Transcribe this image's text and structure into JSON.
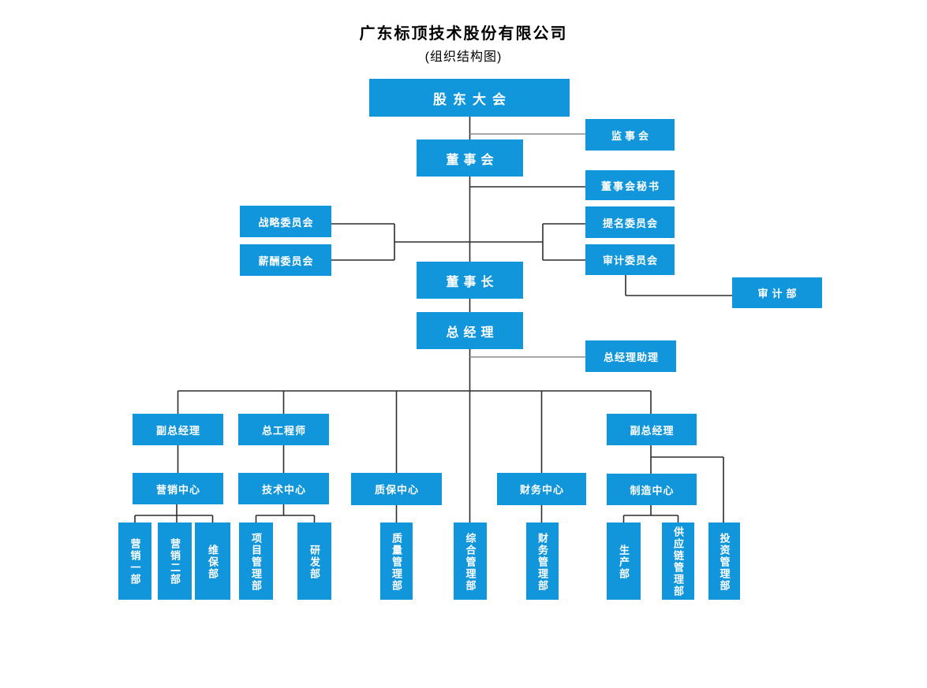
{
  "title": "广东标顶技术股份有限公司",
  "subtitle": "(组织结构图)",
  "colors": {
    "accent": "#1296db",
    "nodeText": "#ffffff",
    "line": "#2d2d2d",
    "lineLight": "#8c8c8c",
    "titleText": "#000000"
  },
  "nodes": {
    "shareholders_meeting": {
      "label": "股东大会"
    },
    "supervisory_board": {
      "label": "监事会"
    },
    "board_of_directors": {
      "label": "董事会"
    },
    "board_secretary": {
      "label": "董事会秘书"
    },
    "strategy_committee": {
      "label": "战略委员会"
    },
    "compensation_committee": {
      "label": "薪酬委员会"
    },
    "nomination_committee": {
      "label": "提名委员会"
    },
    "audit_committee": {
      "label": "审计委员会"
    },
    "audit_department": {
      "label": "审计部"
    },
    "chairman": {
      "label": "董事长"
    },
    "general_manager": {
      "label": "总经理"
    },
    "gm_assistant": {
      "label": "总经理助理"
    },
    "deputy_gm_left": {
      "label": "副总经理"
    },
    "chief_engineer": {
      "label": "总工程师"
    },
    "deputy_gm_right": {
      "label": "副总经理"
    },
    "marketing_center": {
      "label": "营销中心"
    },
    "technology_center": {
      "label": "技术中心"
    },
    "qa_center": {
      "label": "质保中心"
    },
    "finance_center": {
      "label": "财务中心"
    },
    "manufacturing_center": {
      "label": "制造中心"
    },
    "marketing_dept_1": {
      "label": "营销一部"
    },
    "marketing_dept_2": {
      "label": "营销二部"
    },
    "maintenance_dept": {
      "label": "维保部"
    },
    "project_mgmt_dept": {
      "label": "项目管理部"
    },
    "rd_dept": {
      "label": "研发部"
    },
    "quality_mgmt_dept": {
      "label": "质量管理部"
    },
    "general_mgmt_dept": {
      "label": "综合管理部"
    },
    "finance_mgmt_dept": {
      "label": "财务管理部"
    },
    "production_dept": {
      "label": "生产部"
    },
    "supply_chain_dept": {
      "label": "供应链管理部"
    },
    "investment_dept": {
      "label": "投资管理部"
    }
  },
  "edges": [
    [
      "shareholders_meeting",
      "supervisory_board"
    ],
    [
      "shareholders_meeting",
      "board_of_directors"
    ],
    [
      "board_of_directors",
      "board_secretary"
    ],
    [
      "board_of_directors",
      "strategy_committee"
    ],
    [
      "board_of_directors",
      "compensation_committee"
    ],
    [
      "board_of_directors",
      "nomination_committee"
    ],
    [
      "board_of_directors",
      "audit_committee"
    ],
    [
      "audit_committee",
      "audit_department"
    ],
    [
      "board_of_directors",
      "chairman"
    ],
    [
      "chairman",
      "general_manager"
    ],
    [
      "general_manager",
      "gm_assistant"
    ],
    [
      "general_manager",
      "deputy_gm_left"
    ],
    [
      "general_manager",
      "chief_engineer"
    ],
    [
      "general_manager",
      "qa_center"
    ],
    [
      "general_manager",
      "general_mgmt_dept"
    ],
    [
      "general_manager",
      "finance_center"
    ],
    [
      "general_manager",
      "deputy_gm_right"
    ],
    [
      "deputy_gm_left",
      "marketing_center"
    ],
    [
      "chief_engineer",
      "technology_center"
    ],
    [
      "deputy_gm_right",
      "manufacturing_center"
    ],
    [
      "deputy_gm_right",
      "investment_dept"
    ],
    [
      "marketing_center",
      "marketing_dept_1"
    ],
    [
      "marketing_center",
      "marketing_dept_2"
    ],
    [
      "marketing_center",
      "maintenance_dept"
    ],
    [
      "technology_center",
      "project_mgmt_dept"
    ],
    [
      "technology_center",
      "rd_dept"
    ],
    [
      "qa_center",
      "quality_mgmt_dept"
    ],
    [
      "finance_center",
      "finance_mgmt_dept"
    ],
    [
      "manufacturing_center",
      "production_dept"
    ],
    [
      "manufacturing_center",
      "supply_chain_dept"
    ]
  ]
}
